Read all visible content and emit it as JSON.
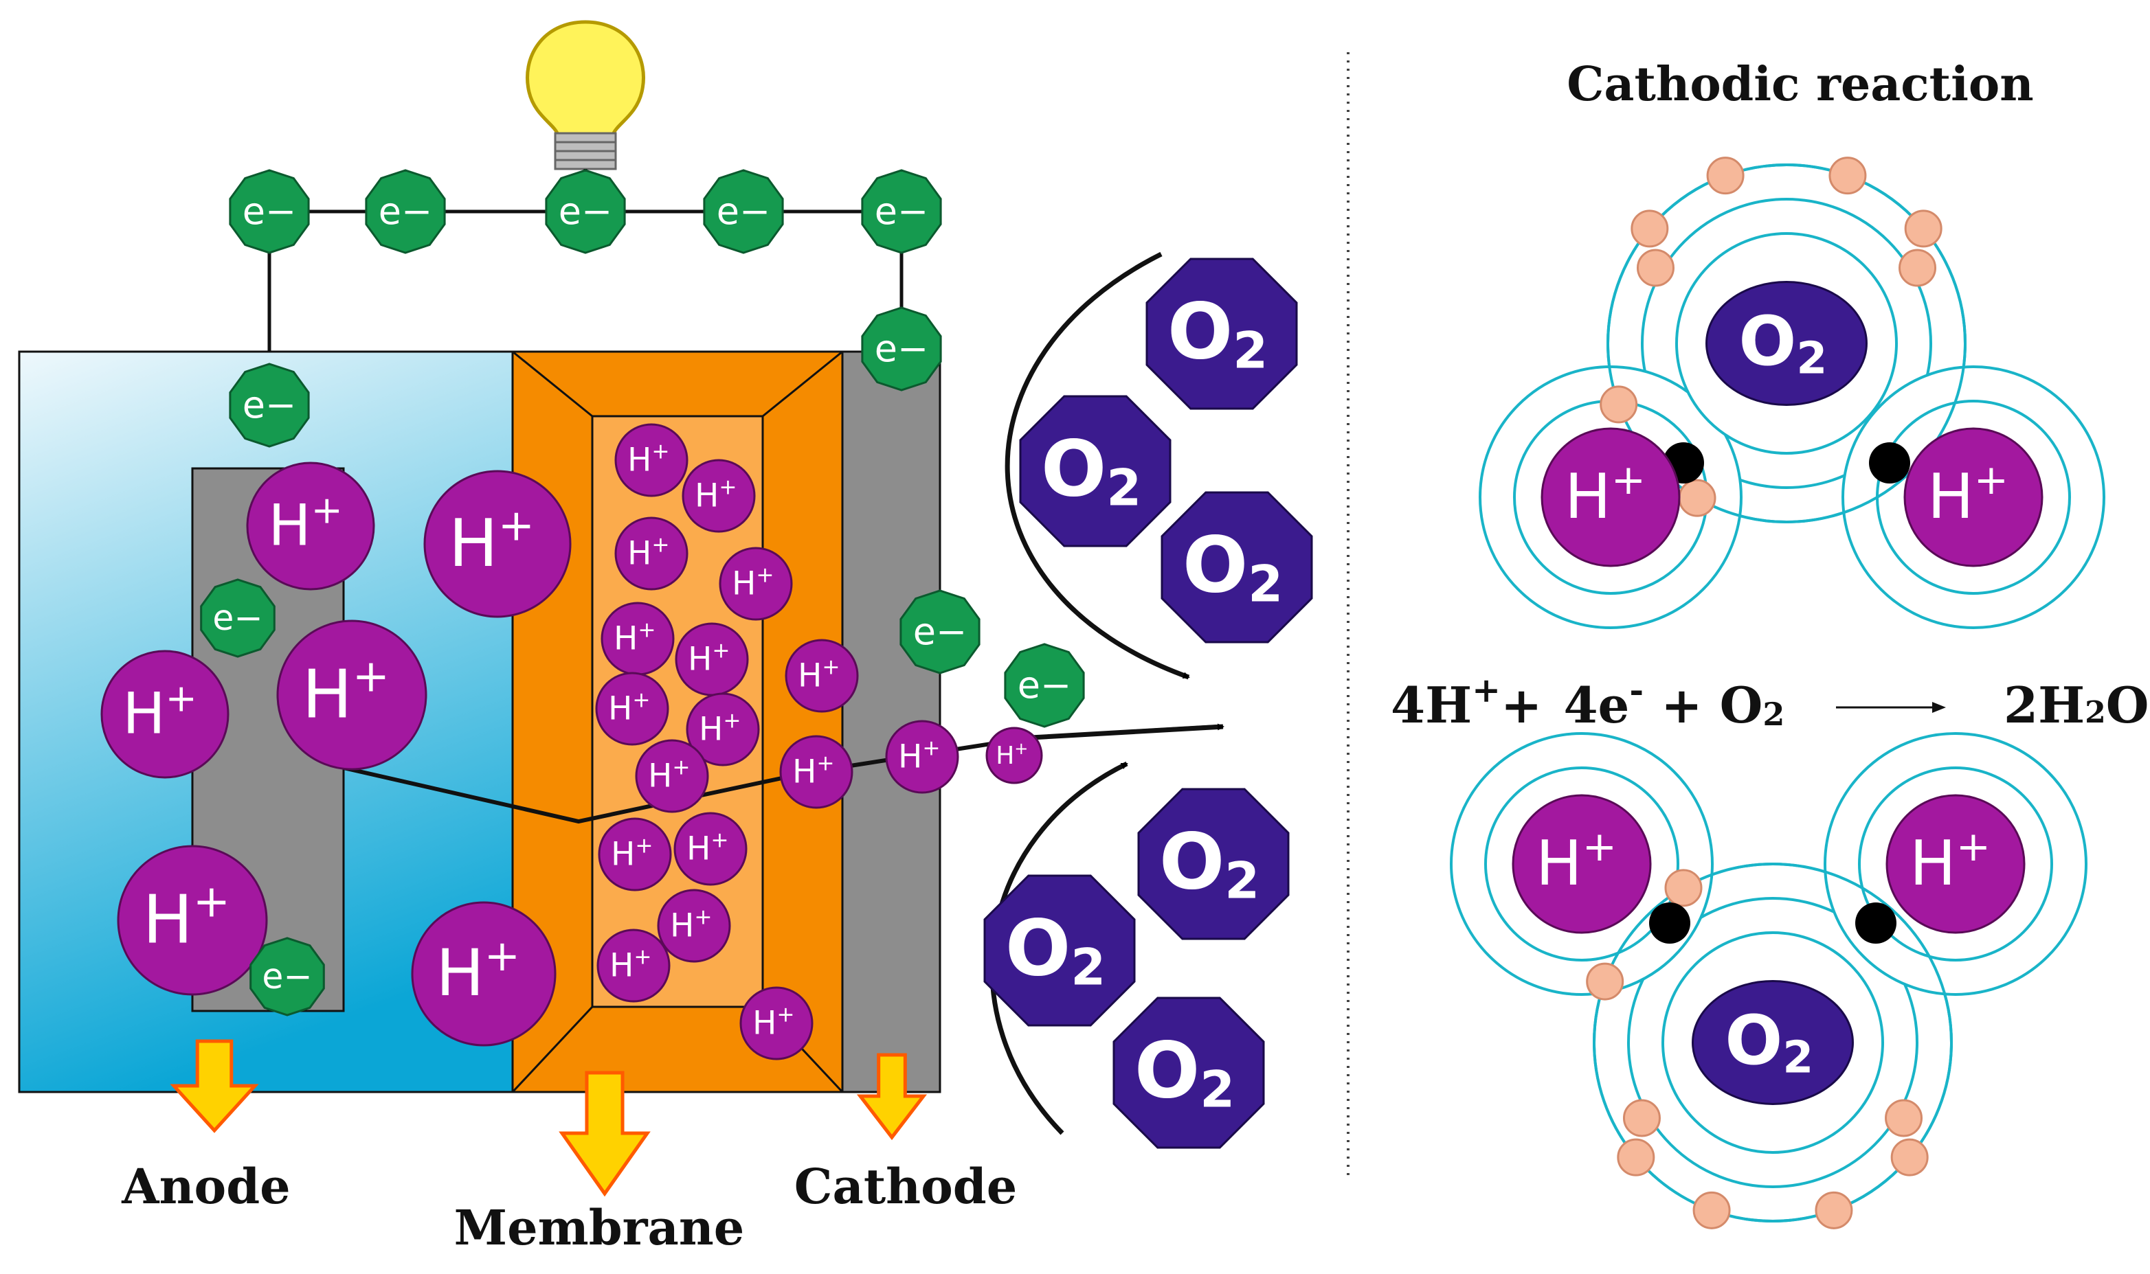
{
  "labels": {
    "anode": "Anode",
    "membrane": "Membrane",
    "cathode": "Cathode",
    "cathodic_title": "Cathodic reaction"
  },
  "species": {
    "electron": "e−",
    "proton_base": "H",
    "proton_sup": "+",
    "oxygen_base": "O",
    "oxygen_sub": "2"
  },
  "equation": {
    "term1_base": "4H",
    "term1_sup": "+",
    "plus1": "+",
    "term2_base": "4e",
    "term2_sup": "-",
    "plus2": "+",
    "term3_base": "O",
    "term3_sub": "2",
    "product_pre": "2H",
    "product_sub": "2",
    "product_post": "O"
  },
  "colors": {
    "electron_fill": "#159a4f",
    "proton_fill": "#a3189f",
    "oxygen_fill": "#3b1b8e",
    "membrane_outer": "#f58b00",
    "membrane_inner": "#fbab4c",
    "electrode": "#8d8d8d",
    "anode_fluid_top": "#eef8fc",
    "anode_fluid_bottom": "#0ba6d6",
    "arrow_fill": "#ffd200",
    "arrow_stroke": "#ff5a00",
    "orbit": "#19b4c8",
    "orbit_electron": "#f6b89a",
    "shared_electron": "#000000",
    "bulb": "#fff35a"
  }
}
